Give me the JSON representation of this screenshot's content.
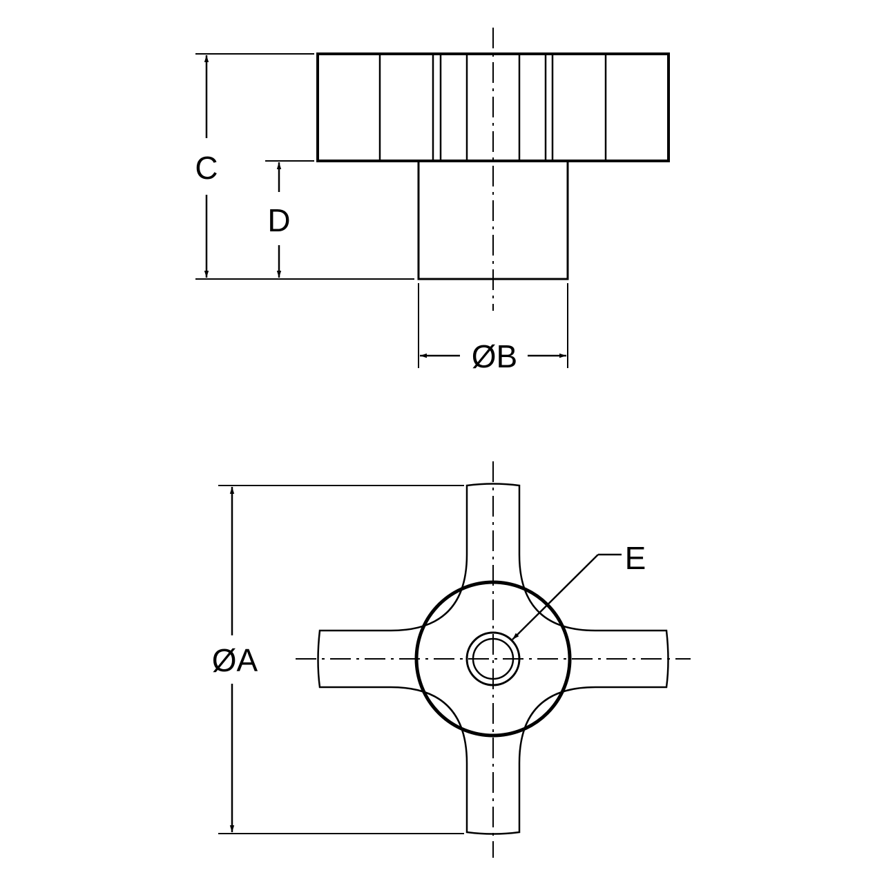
{
  "labels": {
    "c": "C",
    "d": "D",
    "b": "ØB",
    "a": "ØA",
    "e": "E"
  },
  "colors": {
    "stroke": "#000000",
    "background": "#ffffff"
  }
}
